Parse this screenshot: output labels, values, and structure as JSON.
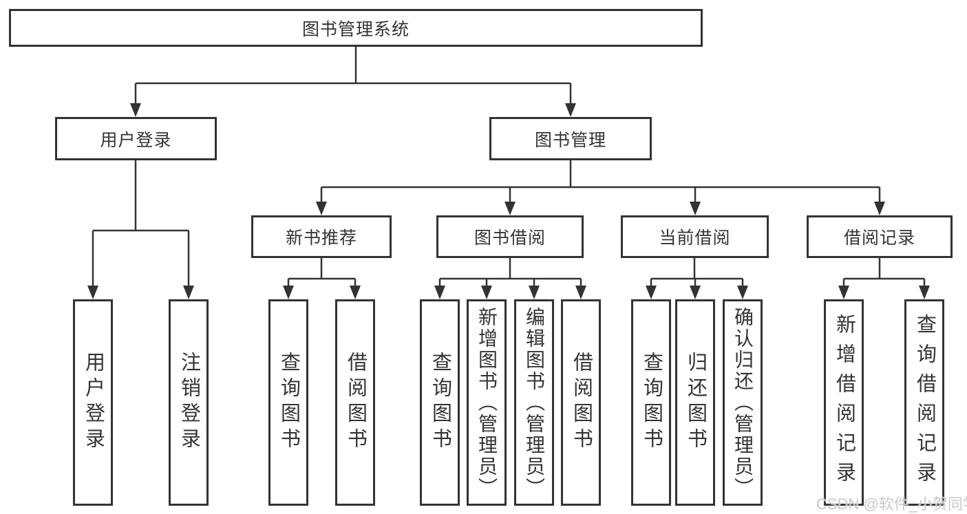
{
  "root": {
    "label": "图书管理系统"
  },
  "login": {
    "label": "用户登录",
    "leaves": [
      {
        "label": "用户登录"
      },
      {
        "label": "注销登录"
      }
    ]
  },
  "management": {
    "label": "图书管理",
    "modules": [
      {
        "label": "新书推荐",
        "leaves": [
          {
            "label": "查询图书"
          },
          {
            "label": "借阅图书"
          }
        ]
      },
      {
        "label": "图书借阅",
        "leaves": [
          {
            "label": "查询图书"
          },
          {
            "label": "新增图书（管理员）"
          },
          {
            "label": "编辑图书（管理员）"
          },
          {
            "label": "借阅图书"
          }
        ]
      },
      {
        "label": "当前借阅",
        "leaves": [
          {
            "label": "查询图书"
          },
          {
            "label": "归还图书"
          },
          {
            "label": "确认归还（管理员）"
          }
        ]
      },
      {
        "label": "借阅记录",
        "leaves": [
          {
            "label": "新增借阅记录"
          },
          {
            "label": "查询借阅记录"
          }
        ]
      }
    ]
  },
  "watermark": {
    "text": "CSDN @软件_小贺同学"
  },
  "colors": {
    "line": "#333333",
    "text": "#333333",
    "watermark": "#c9c9c9",
    "background": "#ffffff"
  }
}
